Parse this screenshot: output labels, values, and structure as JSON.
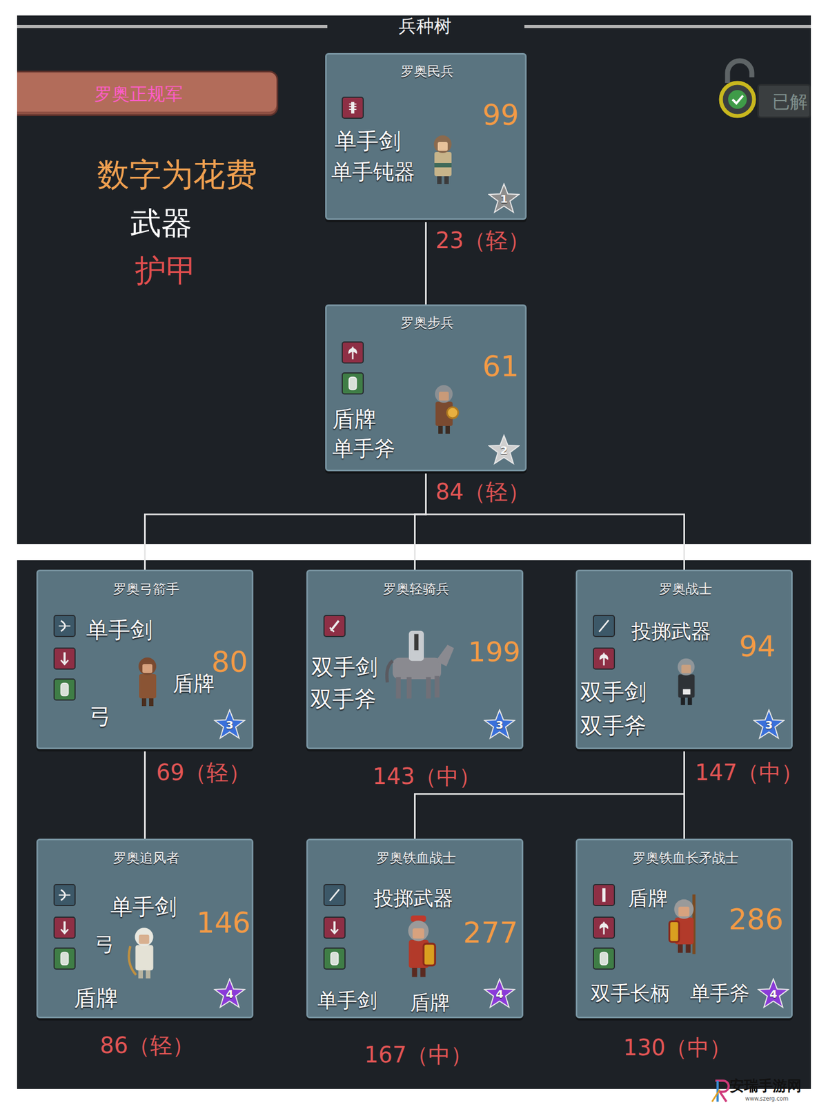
{
  "diagram": {
    "title": "兵种树",
    "nodes": [
      {
        "text": [
          "罗奥正规军"
        ]
      },
      {
        "text": [
          "已解"
        ]
      },
      {
        "text": [
          "罗奥民兵",
          "99",
          "单手剑",
          "单手钝器",
          "1",
          "23（轻）"
        ]
      },
      {
        "text": [
          "罗奥步兵",
          "61",
          "盾牌",
          "单手斧",
          "2",
          "84（轻）"
        ]
      },
      {
        "text": [
          "罗奥弓箭手",
          "单手剑",
          "80",
          "盾牌",
          "弓",
          "3",
          "69（轻）"
        ]
      },
      {
        "text": [
          "罗奥轻骑兵",
          "199",
          "双手剑",
          "双手斧",
          "3",
          "143（中）"
        ]
      },
      {
        "text": [
          "罗奥战士",
          "投掷武器",
          "94",
          "双手剑",
          "双手斧",
          "3",
          "147（中）"
        ]
      },
      {
        "text": [
          "罗奥追风者",
          "单手剑",
          "146",
          "弓",
          "盾牌",
          "4",
          "86（轻）"
        ]
      },
      {
        "text": [
          "罗奥铁血战士",
          "投掷武器",
          "277",
          "单手剑",
          "盾牌",
          "4",
          "167（中）"
        ]
      },
      {
        "text": [
          "罗奥铁血长矛战士",
          "盾牌",
          "286",
          "双手长柄",
          "单手斧",
          "4",
          "130（中）"
        ]
      }
    ],
    "edges": [
      {
        "from": 2,
        "to": 3,
        "arrow": "none"
      },
      {
        "from": 3,
        "to": 4,
        "arrow": "none"
      },
      {
        "from": 3,
        "to": 5,
        "arrow": "none"
      },
      {
        "from": 3,
        "to": 6,
        "arrow": "none"
      },
      {
        "from": 4,
        "to": 7,
        "arrow": "none"
      },
      {
        "from": 6,
        "to": 8,
        "arrow": "none"
      },
      {
        "from": 6,
        "to": 9,
        "arrow": "none"
      }
    ],
    "labels": [
      "数字为花费",
      "武器",
      "护甲",
      "安瑞手游网",
      "www.szerg.com"
    ]
  }
}
